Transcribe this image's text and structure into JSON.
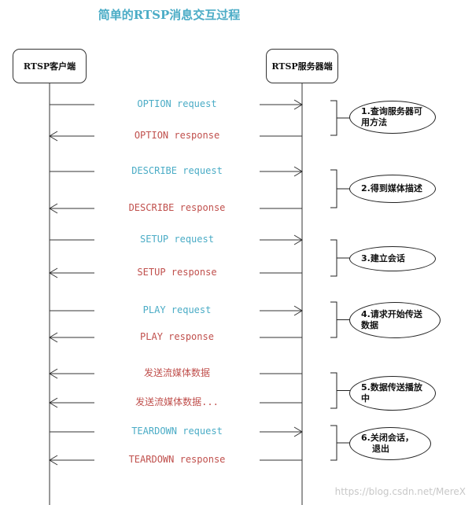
{
  "title": "简单的RTSP消息交互过程",
  "actors": {
    "client": "RTSP客户端",
    "server": "RTSP服务器端"
  },
  "messages": [
    {
      "label": "OPTION request",
      "dir": "to-server"
    },
    {
      "label": "OPTION response",
      "dir": "to-client"
    },
    {
      "label": "DESCRIBE request",
      "dir": "to-server"
    },
    {
      "label": "DESCRIBE response",
      "dir": "to-client"
    },
    {
      "label": "SETUP request",
      "dir": "to-server"
    },
    {
      "label": "SETUP response",
      "dir": "to-client"
    },
    {
      "label": "PLAY request",
      "dir": "to-server"
    },
    {
      "label": "PLAY response",
      "dir": "to-client"
    },
    {
      "label": "发送流媒体数据",
      "dir": "to-client"
    },
    {
      "label": "发送流媒体数据...",
      "dir": "to-client"
    },
    {
      "label": "TEARDOWN request",
      "dir": "to-server"
    },
    {
      "label": "TEARDOWN response",
      "dir": "to-client"
    }
  ],
  "steps": [
    {
      "line1": "1.查询服务器可",
      "line2": "用方法"
    },
    {
      "line1": "2.得到媒体描述",
      "line2": ""
    },
    {
      "line1": "3.建立会话",
      "line2": ""
    },
    {
      "line1": "4.请求开始传送",
      "line2": "数据"
    },
    {
      "line1": "5.数据传送播放",
      "line2": "中"
    },
    {
      "line1": "6.关闭会话，",
      "line2": "退出"
    }
  ],
  "watermark": "https://blog.csdn.net/MereX",
  "colors": {
    "request": "#4bacc6",
    "response": "#c0504d",
    "title": "#4bacc6"
  }
}
